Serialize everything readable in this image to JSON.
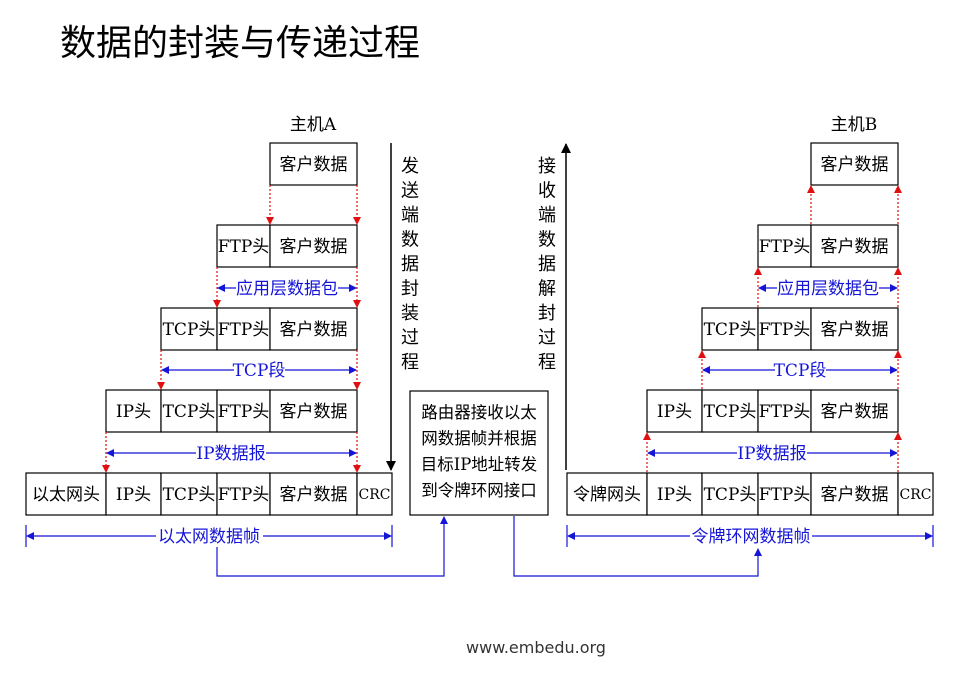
{
  "title": "数据的封装与传递过程",
  "host_a": "主机A",
  "host_b": "主机B",
  "send_label": "发送端数据封装过程",
  "recv_label": "接收端数据解封过程",
  "router_lines": [
    "路由器接收以太",
    "网数据帧并根据",
    "目标IP地址转发",
    "到令牌环网接口"
  ],
  "cells": {
    "data": "客户数据",
    "ftp": "FTP头",
    "tcp": "TCP头",
    "ip": "IP头",
    "eth": "以太网头",
    "token": "令牌网头",
    "crc": "CRC"
  },
  "dims": {
    "app": "应用层数据包",
    "tcp": "TCP段",
    "ip": "IP数据报",
    "eth_frame": "以太网数据帧",
    "token_frame": "令牌环网数据帧"
  },
  "footer": "www.embedu.org"
}
